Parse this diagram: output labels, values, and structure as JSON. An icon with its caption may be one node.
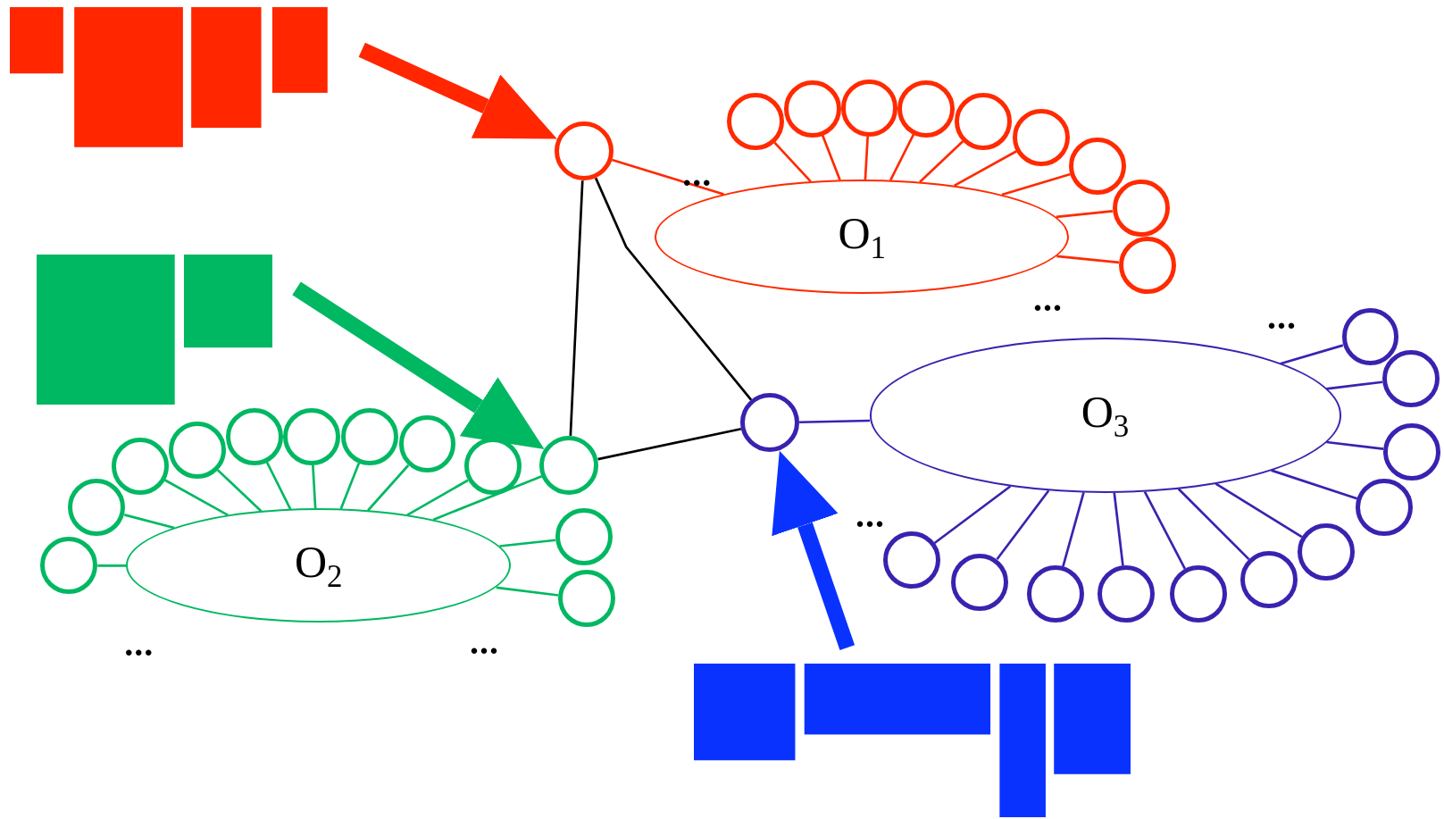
{
  "diagram": {
    "nodes": [
      {
        "text": [],
        "shape": "circle"
      },
      {
        "text": [
          "O$_{1}$"
        ]
      },
      {
        "text": [],
        "shape": "circle"
      },
      {
        "text": [],
        "shape": "circle"
      },
      {
        "text": [],
        "shape": "circle"
      },
      {
        "text": [],
        "shape": "circle"
      },
      {
        "text": [],
        "shape": "circle"
      },
      {
        "text": [],
        "shape": "circle"
      },
      {
        "text": [],
        "shape": "circle"
      },
      {
        "text": [],
        "shape": "circle"
      },
      {
        "text": [],
        "shape": "circle"
      },
      {
        "text": [],
        "shape": "circle"
      },
      {
        "text": [
          "O$_{2}$"
        ]
      },
      {
        "text": [],
        "shape": "circle"
      },
      {
        "text": [],
        "shape": "circle"
      },
      {
        "text": [],
        "shape": "circle"
      },
      {
        "text": [],
        "shape": "circle"
      },
      {
        "text": [],
        "shape": "circle"
      },
      {
        "text": [],
        "shape": "circle"
      },
      {
        "text": [],
        "shape": "circle"
      },
      {
        "text": [],
        "shape": "circle"
      },
      {
        "text": [],
        "shape": "circle"
      },
      {
        "text": [],
        "shape": "circle"
      },
      {
        "text": [],
        "shape": "circle"
      },
      {
        "text": [],
        "shape": "circle"
      },
      {
        "text": [
          "O$_{3}$"
        ]
      },
      {
        "text": [],
        "shape": "circle"
      },
      {
        "text": [],
        "shape": "circle"
      },
      {
        "text": [],
        "shape": "circle"
      },
      {
        "text": [],
        "shape": "circle"
      },
      {
        "text": [],
        "shape": "circle"
      },
      {
        "text": [],
        "shape": "circle"
      },
      {
        "text": [],
        "shape": "circle"
      },
      {
        "text": [],
        "shape": "circle"
      },
      {
        "text": [],
        "shape": "circle"
      },
      {
        "text": [],
        "shape": "circle"
      },
      {
        "text": [],
        "shape": "circle"
      }
    ],
    "edges": [
      {
        "from": 0,
        "to": 1,
        "arrow": "none",
        "color": "#ff2a00"
      },
      {
        "from": 0,
        "to": 11,
        "arrow": "none",
        "color": "#000000"
      },
      {
        "from": 0,
        "to": 24,
        "arrow": "none",
        "color": "#000000"
      },
      {
        "from": 11,
        "to": 24,
        "arrow": "none",
        "color": "#000000"
      },
      {
        "from": 11,
        "to": 12,
        "arrow": "none",
        "color": "#00b862"
      },
      {
        "from": 24,
        "to": 25,
        "arrow": "none",
        "color": "#3a22b0"
      },
      {
        "from": 2,
        "to": 1,
        "arrow": "none",
        "color": "#ff2a00"
      },
      {
        "from": 3,
        "to": 1,
        "arrow": "none",
        "color": "#ff2a00"
      },
      {
        "from": 4,
        "to": 1,
        "arrow": "none",
        "color": "#ff2a00"
      },
      {
        "from": 5,
        "to": 1,
        "arrow": "none",
        "color": "#ff2a00"
      },
      {
        "from": 6,
        "to": 1,
        "arrow": "none",
        "color": "#ff2a00"
      },
      {
        "from": 7,
        "to": 1,
        "arrow": "none",
        "color": "#ff2a00"
      },
      {
        "from": 8,
        "to": 1,
        "arrow": "none",
        "color": "#ff2a00"
      },
      {
        "from": 9,
        "to": 1,
        "arrow": "none",
        "color": "#ff2a00"
      },
      {
        "from": 10,
        "to": 1,
        "arrow": "none",
        "color": "#ff2a00"
      },
      {
        "from": 13,
        "to": 12,
        "arrow": "none",
        "color": "#00b862"
      },
      {
        "from": 14,
        "to": 12,
        "arrow": "none",
        "color": "#00b862"
      },
      {
        "from": 15,
        "to": 12,
        "arrow": "none",
        "color": "#00b862"
      },
      {
        "from": 16,
        "to": 12,
        "arrow": "none",
        "color": "#00b862"
      },
      {
        "from": 17,
        "to": 12,
        "arrow": "none",
        "color": "#00b862"
      },
      {
        "from": 18,
        "to": 12,
        "arrow": "none",
        "color": "#00b862"
      },
      {
        "from": 19,
        "to": 12,
        "arrow": "none",
        "color": "#00b862"
      },
      {
        "from": 20,
        "to": 12,
        "arrow": "none",
        "color": "#00b862"
      },
      {
        "from": 21,
        "to": 12,
        "arrow": "none",
        "color": "#00b862"
      },
      {
        "from": 22,
        "to": 12,
        "arrow": "none",
        "color": "#00b862"
      },
      {
        "from": 23,
        "to": 12,
        "arrow": "none",
        "color": "#00b862"
      },
      {
        "from": 26,
        "to": 25,
        "arrow": "none",
        "color": "#3a22b0"
      },
      {
        "from": 27,
        "to": 25,
        "arrow": "none",
        "color": "#3a22b0"
      },
      {
        "from": 28,
        "to": 25,
        "arrow": "none",
        "color": "#3a22b0"
      },
      {
        "from": 29,
        "to": 25,
        "arrow": "none",
        "color": "#3a22b0"
      },
      {
        "from": 30,
        "to": 25,
        "arrow": "none",
        "color": "#3a22b0"
      },
      {
        "from": 31,
        "to": 25,
        "arrow": "none",
        "color": "#3a22b0"
      },
      {
        "from": 32,
        "to": 25,
        "arrow": "none",
        "color": "#3a22b0"
      },
      {
        "from": 33,
        "to": 25,
        "arrow": "none",
        "color": "#3a22b0"
      },
      {
        "from": 34,
        "to": 25,
        "arrow": "none",
        "color": "#3a22b0"
      },
      {
        "from": 35,
        "to": 25,
        "arrow": "none",
        "color": "#3a22b0"
      },
      {
        "from": 36,
        "to": 25,
        "arrow": "none",
        "color": "#3a22b0"
      },
      {
        "from": null,
        "to": 0,
        "arrow": "to",
        "style": "thick",
        "color": "#ff2600"
      },
      {
        "from": null,
        "to": 11,
        "arrow": "to",
        "style": "thick",
        "color": "#00b862"
      },
      {
        "from": null,
        "to": 24,
        "arrow": "to",
        "style": "thick",
        "color": "#0a32ff"
      }
    ],
    "labels": [
      "...",
      "...",
      "...",
      "...",
      "...",
      "..."
    ]
  }
}
